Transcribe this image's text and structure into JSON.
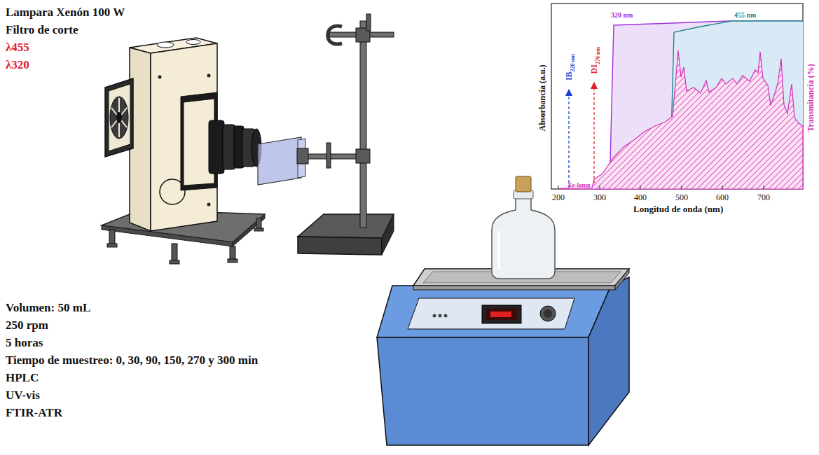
{
  "diagram": {
    "labels": [
      "Lampara Xenón 100 W",
      "Filtro de corte",
      "λ455",
      "λ320",
      "Volumen: 50 mL",
      "250 rpm",
      "5 horas",
      "Tiempo de muestreo: 0, 30, 90, 150, 270 y 300 min",
      "HPLC",
      "UV-vis",
      "FTIR-ATR",
      "320 nm",
      "455 nm",
      "IB",
      "220 nm",
      "DI",
      "276 nm",
      "Xe-lamp",
      "200",
      "300",
      "400",
      "500",
      "600",
      "700",
      "Longitud de onda (nm)",
      "Absorbancia (a.u.)",
      "Transmitancia (%)"
    ]
  }
}
